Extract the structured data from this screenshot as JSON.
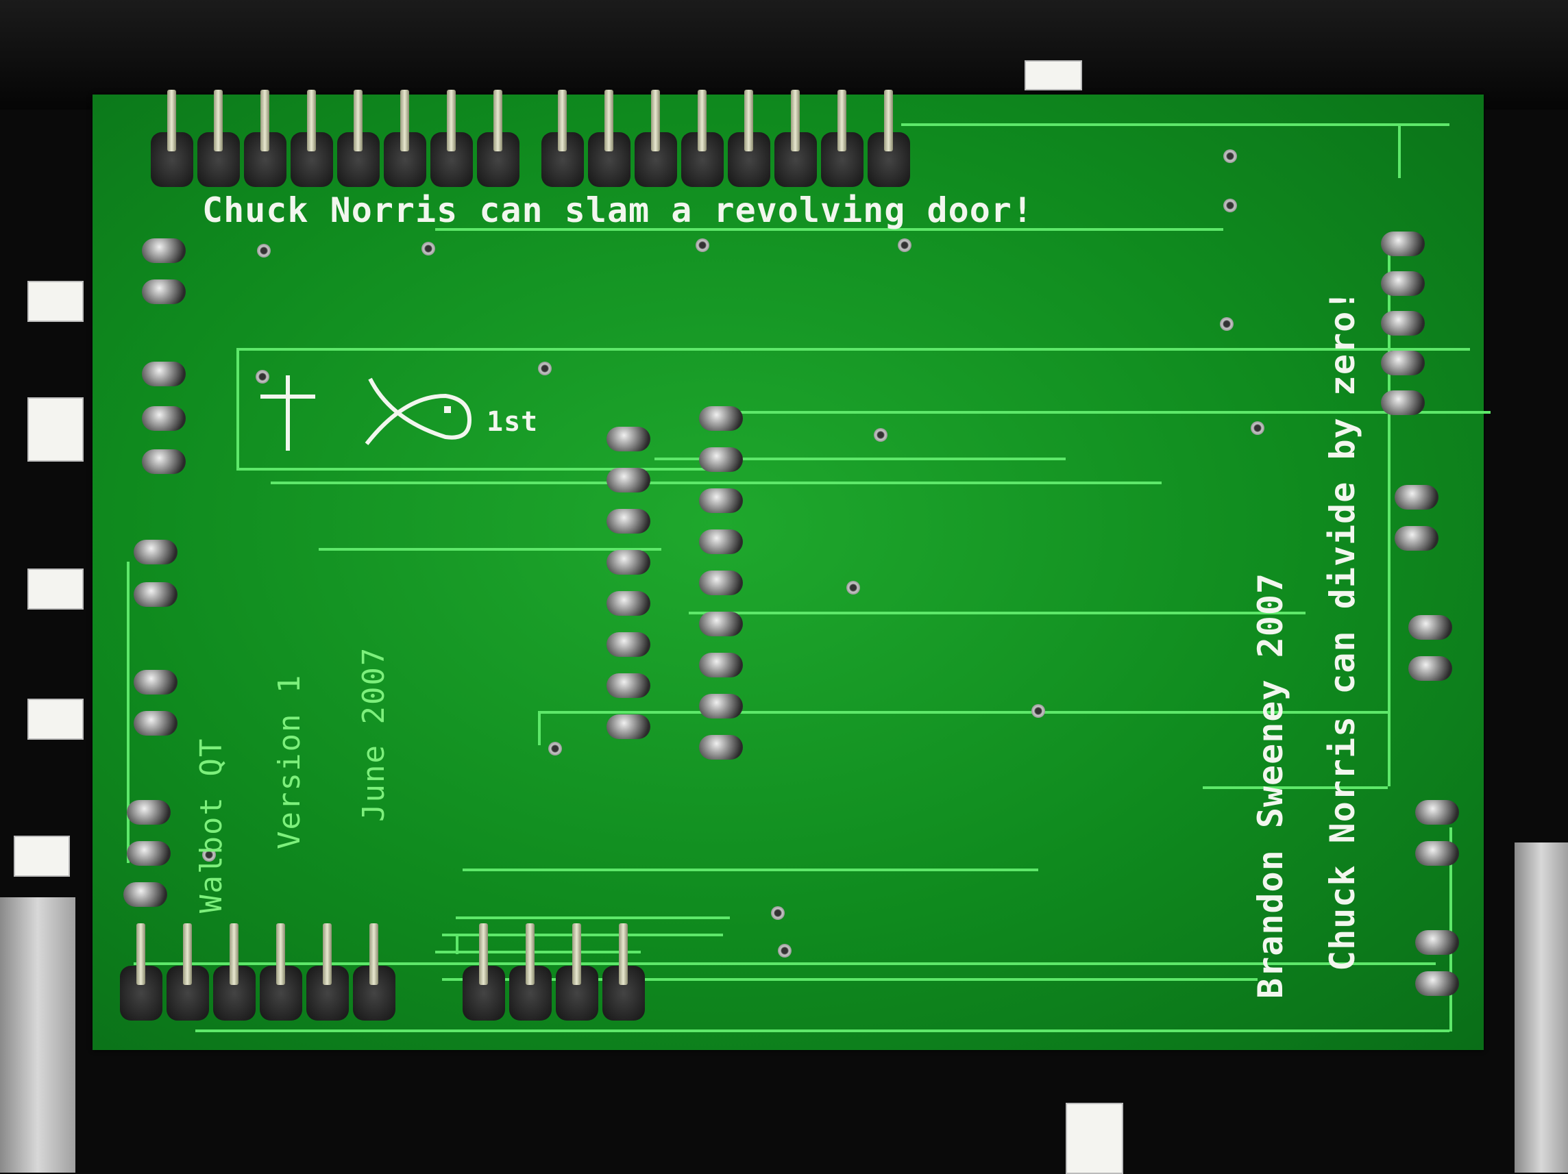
{
  "photo": {
    "subject": "Green printed circuit board (solder side) with pin headers",
    "colors": {
      "board": "#129a24",
      "silkscreen_white": "#f2f6ee",
      "silkscreen_green": "#7df07c",
      "trace": "#5ee86a",
      "background": "#0a0a0a"
    }
  },
  "silkscreen": {
    "top_text": "Chuck Norris can slam a revolving door!",
    "right_text": "Chuck Norris can divide by zero!",
    "author_text": "Brandon Sweeney 2007",
    "icon_label": "1st",
    "icons": [
      "cross-icon",
      "fish-icon"
    ],
    "board_name": "Walbot QT",
    "version": "Version 1",
    "date": "June 2007"
  },
  "headers": {
    "top_left_pins": 8,
    "top_right_pins": 8,
    "bottom_left_pins": 6,
    "bottom_right_pins": 4
  }
}
